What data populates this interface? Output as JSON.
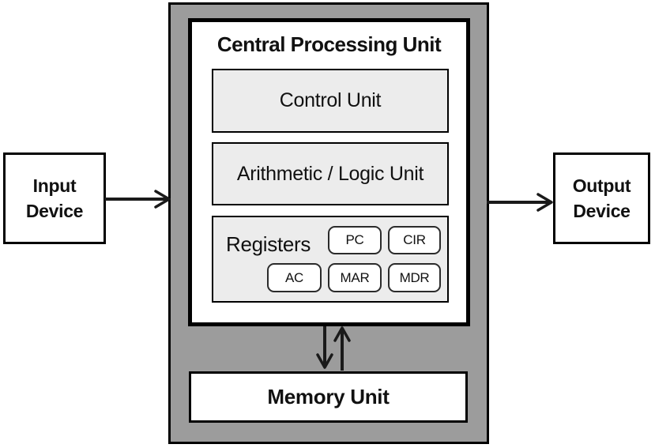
{
  "colors": {
    "canvas_bg": "#ffffff",
    "outer_box_fill": "#9c9c9c",
    "outline": "#000000",
    "unit_fill": "#ececec",
    "box_fill": "#ffffff",
    "arrow": "#1a1a1a"
  },
  "cpu": {
    "title": "Central Processing Unit",
    "control_unit_label": "Control Unit",
    "alu_label": "Arithmetic / Logic Unit",
    "registers_label": "Registers",
    "registers": [
      "PC",
      "CIR",
      "AC",
      "MAR",
      "MDR"
    ]
  },
  "input_device": {
    "line1": "Input",
    "line2": "Device"
  },
  "output_device": {
    "line1": "Output",
    "line2": "Device"
  },
  "memory_unit_label": "Memory Unit"
}
